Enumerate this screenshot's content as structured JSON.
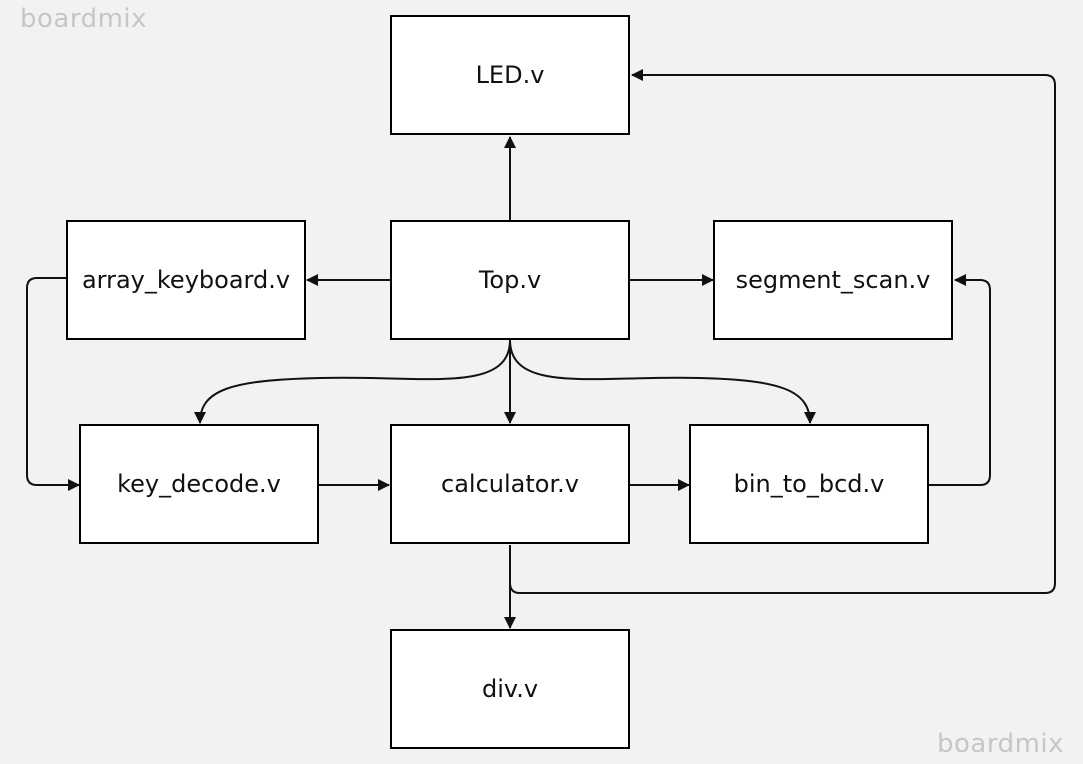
{
  "watermarks": {
    "top": "boardmix",
    "bottom": "boardmix"
  },
  "nodes": {
    "led": "LED.v",
    "top": "Top.v",
    "array_keyboard": "array_keyboard.v",
    "segment_scan": "segment_scan.v",
    "key_decode": "key_decode.v",
    "calculator": "calculator.v",
    "bin_to_bcd": "bin_to_bcd.v",
    "div": "div.v"
  },
  "edges": [
    {
      "from": "Top.v",
      "to": "LED.v"
    },
    {
      "from": "Top.v",
      "to": "array_keyboard.v"
    },
    {
      "from": "Top.v",
      "to": "segment_scan.v"
    },
    {
      "from": "Top.v",
      "to": "key_decode.v"
    },
    {
      "from": "Top.v",
      "to": "calculator.v"
    },
    {
      "from": "Top.v",
      "to": "bin_to_bcd.v"
    },
    {
      "from": "array_keyboard.v",
      "to": "key_decode.v"
    },
    {
      "from": "key_decode.v",
      "to": "calculator.v"
    },
    {
      "from": "calculator.v",
      "to": "bin_to_bcd.v"
    },
    {
      "from": "bin_to_bcd.v",
      "to": "segment_scan.v"
    },
    {
      "from": "calculator.v",
      "to": "div.v"
    },
    {
      "from": "calculator.v",
      "to": "LED.v"
    }
  ],
  "colors": {
    "background": "#f2f2f2",
    "box_fill": "#ffffff",
    "stroke": "#000000",
    "watermark": "#c6c6c6"
  }
}
